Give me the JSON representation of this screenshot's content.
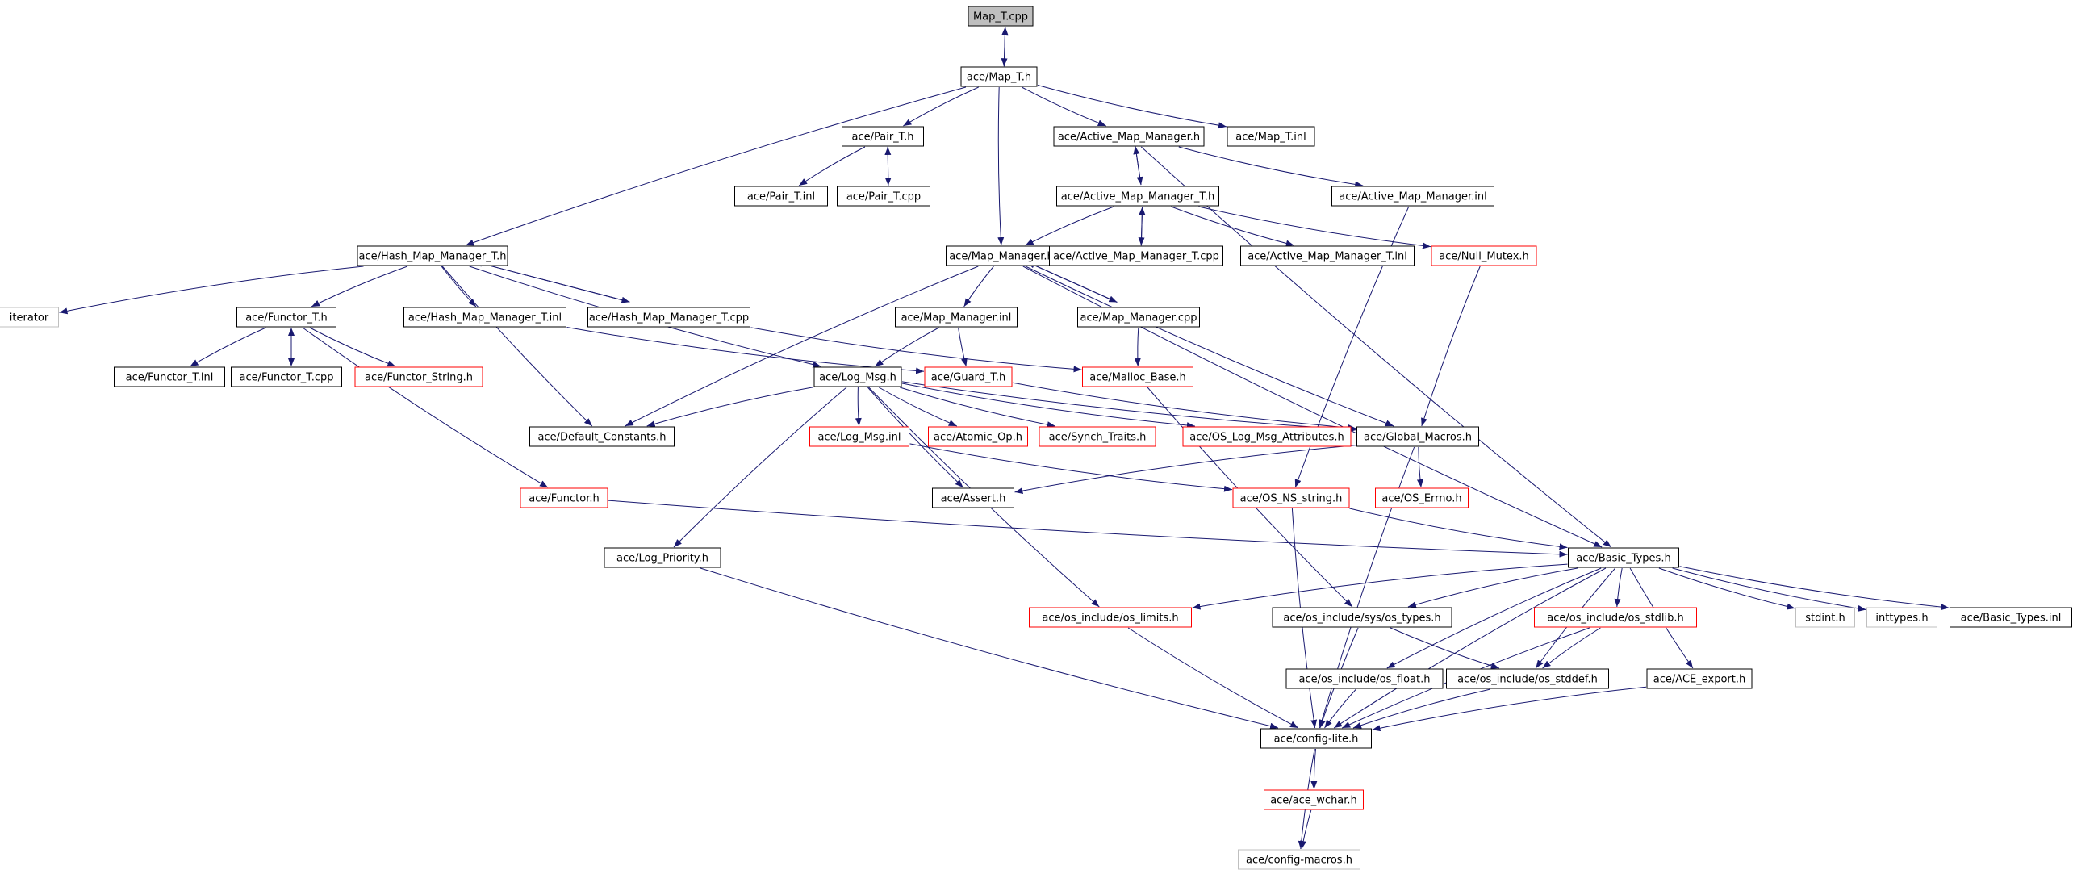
{
  "colors": {
    "edge": "#191970",
    "border_normal": "#000000",
    "border_truncated": "#ff0000",
    "border_external": "#bfbfbf",
    "fill_root": "#bfbfbf",
    "fill_normal": "#ffffff"
  },
  "nodes": [
    {
      "id": "map_t_cpp",
      "label": "Map_T.cpp",
      "kind": "root"
    },
    {
      "id": "map_t_h",
      "label": "ace/Map_T.h",
      "kind": "normal"
    },
    {
      "id": "pair_t_h",
      "label": "ace/Pair_T.h",
      "kind": "normal"
    },
    {
      "id": "active_map_manager_h",
      "label": "ace/Active_Map_Manager.h",
      "kind": "normal"
    },
    {
      "id": "map_t_inl",
      "label": "ace/Map_T.inl",
      "kind": "normal"
    },
    {
      "id": "pair_t_inl",
      "label": "ace/Pair_T.inl",
      "kind": "normal"
    },
    {
      "id": "pair_t_cpp",
      "label": "ace/Pair_T.cpp",
      "kind": "normal"
    },
    {
      "id": "active_map_manager_t_h",
      "label": "ace/Active_Map_Manager_T.h",
      "kind": "normal"
    },
    {
      "id": "active_map_manager_inl",
      "label": "ace/Active_Map_Manager.inl",
      "kind": "normal"
    },
    {
      "id": "hash_map_manager_t_h",
      "label": "ace/Hash_Map_Manager_T.h",
      "kind": "normal"
    },
    {
      "id": "map_manager_h",
      "label": "ace/Map_Manager.h",
      "kind": "normal"
    },
    {
      "id": "active_map_manager_t_cpp",
      "label": "ace/Active_Map_Manager_T.cpp",
      "kind": "normal"
    },
    {
      "id": "active_map_manager_t_inl",
      "label": "ace/Active_Map_Manager_T.inl",
      "kind": "normal"
    },
    {
      "id": "null_mutex_h",
      "label": "ace/Null_Mutex.h",
      "kind": "truncated"
    },
    {
      "id": "iterator",
      "label": "iterator",
      "kind": "external"
    },
    {
      "id": "functor_t_h",
      "label": "ace/Functor_T.h",
      "kind": "normal"
    },
    {
      "id": "hash_map_manager_t_inl",
      "label": "ace/Hash_Map_Manager_T.inl",
      "kind": "normal"
    },
    {
      "id": "hash_map_manager_t_cpp",
      "label": "ace/Hash_Map_Manager_T.cpp",
      "kind": "normal"
    },
    {
      "id": "map_manager_inl",
      "label": "ace/Map_Manager.inl",
      "kind": "normal"
    },
    {
      "id": "map_manager_cpp",
      "label": "ace/Map_Manager.cpp",
      "kind": "normal"
    },
    {
      "id": "functor_t_inl",
      "label": "ace/Functor_T.inl",
      "kind": "normal"
    },
    {
      "id": "functor_t_cpp",
      "label": "ace/Functor_T.cpp",
      "kind": "normal"
    },
    {
      "id": "functor_string_h",
      "label": "ace/Functor_String.h",
      "kind": "truncated"
    },
    {
      "id": "log_msg_h",
      "label": "ace/Log_Msg.h",
      "kind": "normal"
    },
    {
      "id": "guard_t_h",
      "label": "ace/Guard_T.h",
      "kind": "truncated"
    },
    {
      "id": "malloc_base_h",
      "label": "ace/Malloc_Base.h",
      "kind": "truncated"
    },
    {
      "id": "default_constants_h",
      "label": "ace/Default_Constants.h",
      "kind": "normal"
    },
    {
      "id": "log_msg_inl",
      "label": "ace/Log_Msg.inl",
      "kind": "truncated"
    },
    {
      "id": "atomic_op_h",
      "label": "ace/Atomic_Op.h",
      "kind": "truncated"
    },
    {
      "id": "synch_traits_h",
      "label": "ace/Synch_Traits.h",
      "kind": "truncated"
    },
    {
      "id": "os_log_msg_attributes_h",
      "label": "ace/OS_Log_Msg_Attributes.h",
      "kind": "truncated"
    },
    {
      "id": "global_macros_h",
      "label": "ace/Global_Macros.h",
      "kind": "normal"
    },
    {
      "id": "functor_h",
      "label": "ace/Functor.h",
      "kind": "truncated"
    },
    {
      "id": "assert_h",
      "label": "ace/Assert.h",
      "kind": "normal"
    },
    {
      "id": "os_ns_string_h",
      "label": "ace/OS_NS_string.h",
      "kind": "truncated"
    },
    {
      "id": "os_errno_h",
      "label": "ace/OS_Errno.h",
      "kind": "truncated"
    },
    {
      "id": "log_priority_h",
      "label": "ace/Log_Priority.h",
      "kind": "normal"
    },
    {
      "id": "basic_types_h",
      "label": "ace/Basic_Types.h",
      "kind": "normal"
    },
    {
      "id": "os_limits_h",
      "label": "ace/os_include/os_limits.h",
      "kind": "truncated"
    },
    {
      "id": "os_sys_types_h",
      "label": "ace/os_include/sys/os_types.h",
      "kind": "normal"
    },
    {
      "id": "os_stdlib_h",
      "label": "ace/os_include/os_stdlib.h",
      "kind": "truncated"
    },
    {
      "id": "stdint_h",
      "label": "stdint.h",
      "kind": "external"
    },
    {
      "id": "inttypes_h",
      "label": "inttypes.h",
      "kind": "external"
    },
    {
      "id": "basic_types_inl",
      "label": "ace/Basic_Types.inl",
      "kind": "normal"
    },
    {
      "id": "os_float_h",
      "label": "ace/os_include/os_float.h",
      "kind": "normal"
    },
    {
      "id": "os_stddef_h",
      "label": "ace/os_include/os_stddef.h",
      "kind": "normal"
    },
    {
      "id": "ace_export_h",
      "label": "ace/ACE_export.h",
      "kind": "normal"
    },
    {
      "id": "config_lite_h",
      "label": "ace/config-lite.h",
      "kind": "normal"
    },
    {
      "id": "ace_wchar_h",
      "label": "ace/ace_wchar.h",
      "kind": "truncated"
    },
    {
      "id": "config_macros_h",
      "label": "ace/config-macros.h",
      "kind": "external"
    }
  ],
  "edges": [
    [
      "map_t_cpp",
      "map_t_h"
    ],
    [
      "map_t_h",
      "map_t_cpp"
    ],
    [
      "map_t_h",
      "pair_t_h"
    ],
    [
      "map_t_h",
      "active_map_manager_h"
    ],
    [
      "map_t_h",
      "map_t_inl"
    ],
    [
      "map_t_h",
      "hash_map_manager_t_h"
    ],
    [
      "map_t_h",
      "map_manager_h"
    ],
    [
      "pair_t_h",
      "pair_t_inl"
    ],
    [
      "pair_t_h",
      "pair_t_cpp"
    ],
    [
      "pair_t_cpp",
      "pair_t_h"
    ],
    [
      "active_map_manager_h",
      "active_map_manager_t_h"
    ],
    [
      "active_map_manager_h",
      "active_map_manager_inl"
    ],
    [
      "active_map_manager_h",
      "basic_types_h"
    ],
    [
      "active_map_manager_t_h",
      "active_map_manager_h"
    ],
    [
      "active_map_manager_t_h",
      "map_manager_h"
    ],
    [
      "active_map_manager_t_h",
      "active_map_manager_t_cpp"
    ],
    [
      "active_map_manager_t_h",
      "active_map_manager_t_inl"
    ],
    [
      "active_map_manager_t_h",
      "null_mutex_h"
    ],
    [
      "active_map_manager_t_cpp",
      "active_map_manager_t_h"
    ],
    [
      "active_map_manager_inl",
      "os_ns_string_h"
    ],
    [
      "hash_map_manager_t_h",
      "iterator"
    ],
    [
      "hash_map_manager_t_h",
      "functor_t_h"
    ],
    [
      "hash_map_manager_t_h",
      "hash_map_manager_t_inl"
    ],
    [
      "hash_map_manager_t_h",
      "hash_map_manager_t_cpp"
    ],
    [
      "hash_map_manager_t_h",
      "default_constants_h"
    ],
    [
      "hash_map_manager_t_h",
      "log_msg_h"
    ],
    [
      "hash_map_manager_t_cpp",
      "hash_map_manager_t_h"
    ],
    [
      "hash_map_manager_t_cpp",
      "malloc_base_h"
    ],
    [
      "hash_map_manager_t_inl",
      "guard_t_h"
    ],
    [
      "functor_t_h",
      "functor_t_inl"
    ],
    [
      "functor_t_h",
      "functor_t_cpp"
    ],
    [
      "functor_t_h",
      "functor_string_h"
    ],
    [
      "functor_t_h",
      "functor_h"
    ],
    [
      "functor_t_cpp",
      "functor_t_h"
    ],
    [
      "map_manager_h",
      "map_manager_inl"
    ],
    [
      "map_manager_h",
      "map_manager_cpp"
    ],
    [
      "map_manager_h",
      "default_constants_h"
    ],
    [
      "map_manager_h",
      "global_macros_h"
    ],
    [
      "map_manager_h",
      "basic_types_h"
    ],
    [
      "map_manager_cpp",
      "map_manager_h"
    ],
    [
      "map_manager_cpp",
      "malloc_base_h"
    ],
    [
      "map_manager_inl",
      "log_msg_h"
    ],
    [
      "map_manager_inl",
      "guard_t_h"
    ],
    [
      "null_mutex_h",
      "global_macros_h"
    ],
    [
      "malloc_base_h",
      "os_sys_types_h"
    ],
    [
      "guard_t_h",
      "global_macros_h"
    ],
    [
      "log_msg_h",
      "default_constants_h"
    ],
    [
      "log_msg_h",
      "log_msg_inl"
    ],
    [
      "log_msg_h",
      "atomic_op_h"
    ],
    [
      "log_msg_h",
      "synch_traits_h"
    ],
    [
      "log_msg_h",
      "os_log_msg_attributes_h"
    ],
    [
      "log_msg_h",
      "global_macros_h"
    ],
    [
      "log_msg_h",
      "assert_h"
    ],
    [
      "log_msg_h",
      "log_priority_h"
    ],
    [
      "log_msg_h",
      "os_limits_h"
    ],
    [
      "log_msg_inl",
      "os_ns_string_h"
    ],
    [
      "global_macros_h",
      "assert_h"
    ],
    [
      "global_macros_h",
      "os_errno_h"
    ],
    [
      "global_macros_h",
      "config_lite_h"
    ],
    [
      "functor_h",
      "basic_types_h"
    ],
    [
      "os_ns_string_h",
      "basic_types_h"
    ],
    [
      "os_ns_string_h",
      "config_lite_h"
    ],
    [
      "log_priority_h",
      "config_lite_h"
    ],
    [
      "basic_types_h",
      "os_limits_h"
    ],
    [
      "basic_types_h",
      "os_sys_types_h"
    ],
    [
      "basic_types_h",
      "os_stdlib_h"
    ],
    [
      "basic_types_h",
      "stdint_h"
    ],
    [
      "basic_types_h",
      "inttypes_h"
    ],
    [
      "basic_types_h",
      "basic_types_inl"
    ],
    [
      "basic_types_h",
      "os_float_h"
    ],
    [
      "basic_types_h",
      "os_stddef_h"
    ],
    [
      "basic_types_h",
      "ace_export_h"
    ],
    [
      "basic_types_h",
      "config_lite_h"
    ],
    [
      "os_limits_h",
      "config_lite_h"
    ],
    [
      "os_sys_types_h",
      "os_stddef_h"
    ],
    [
      "os_sys_types_h",
      "config_lite_h"
    ],
    [
      "os_stdlib_h",
      "os_stddef_h"
    ],
    [
      "os_stdlib_h",
      "config_lite_h"
    ],
    [
      "os_float_h",
      "config_lite_h"
    ],
    [
      "os_stddef_h",
      "config_lite_h"
    ],
    [
      "ace_export_h",
      "config_lite_h"
    ],
    [
      "config_lite_h",
      "ace_wchar_h"
    ],
    [
      "config_lite_h",
      "config_macros_h"
    ],
    [
      "ace_wchar_h",
      "config_macros_h"
    ]
  ]
}
